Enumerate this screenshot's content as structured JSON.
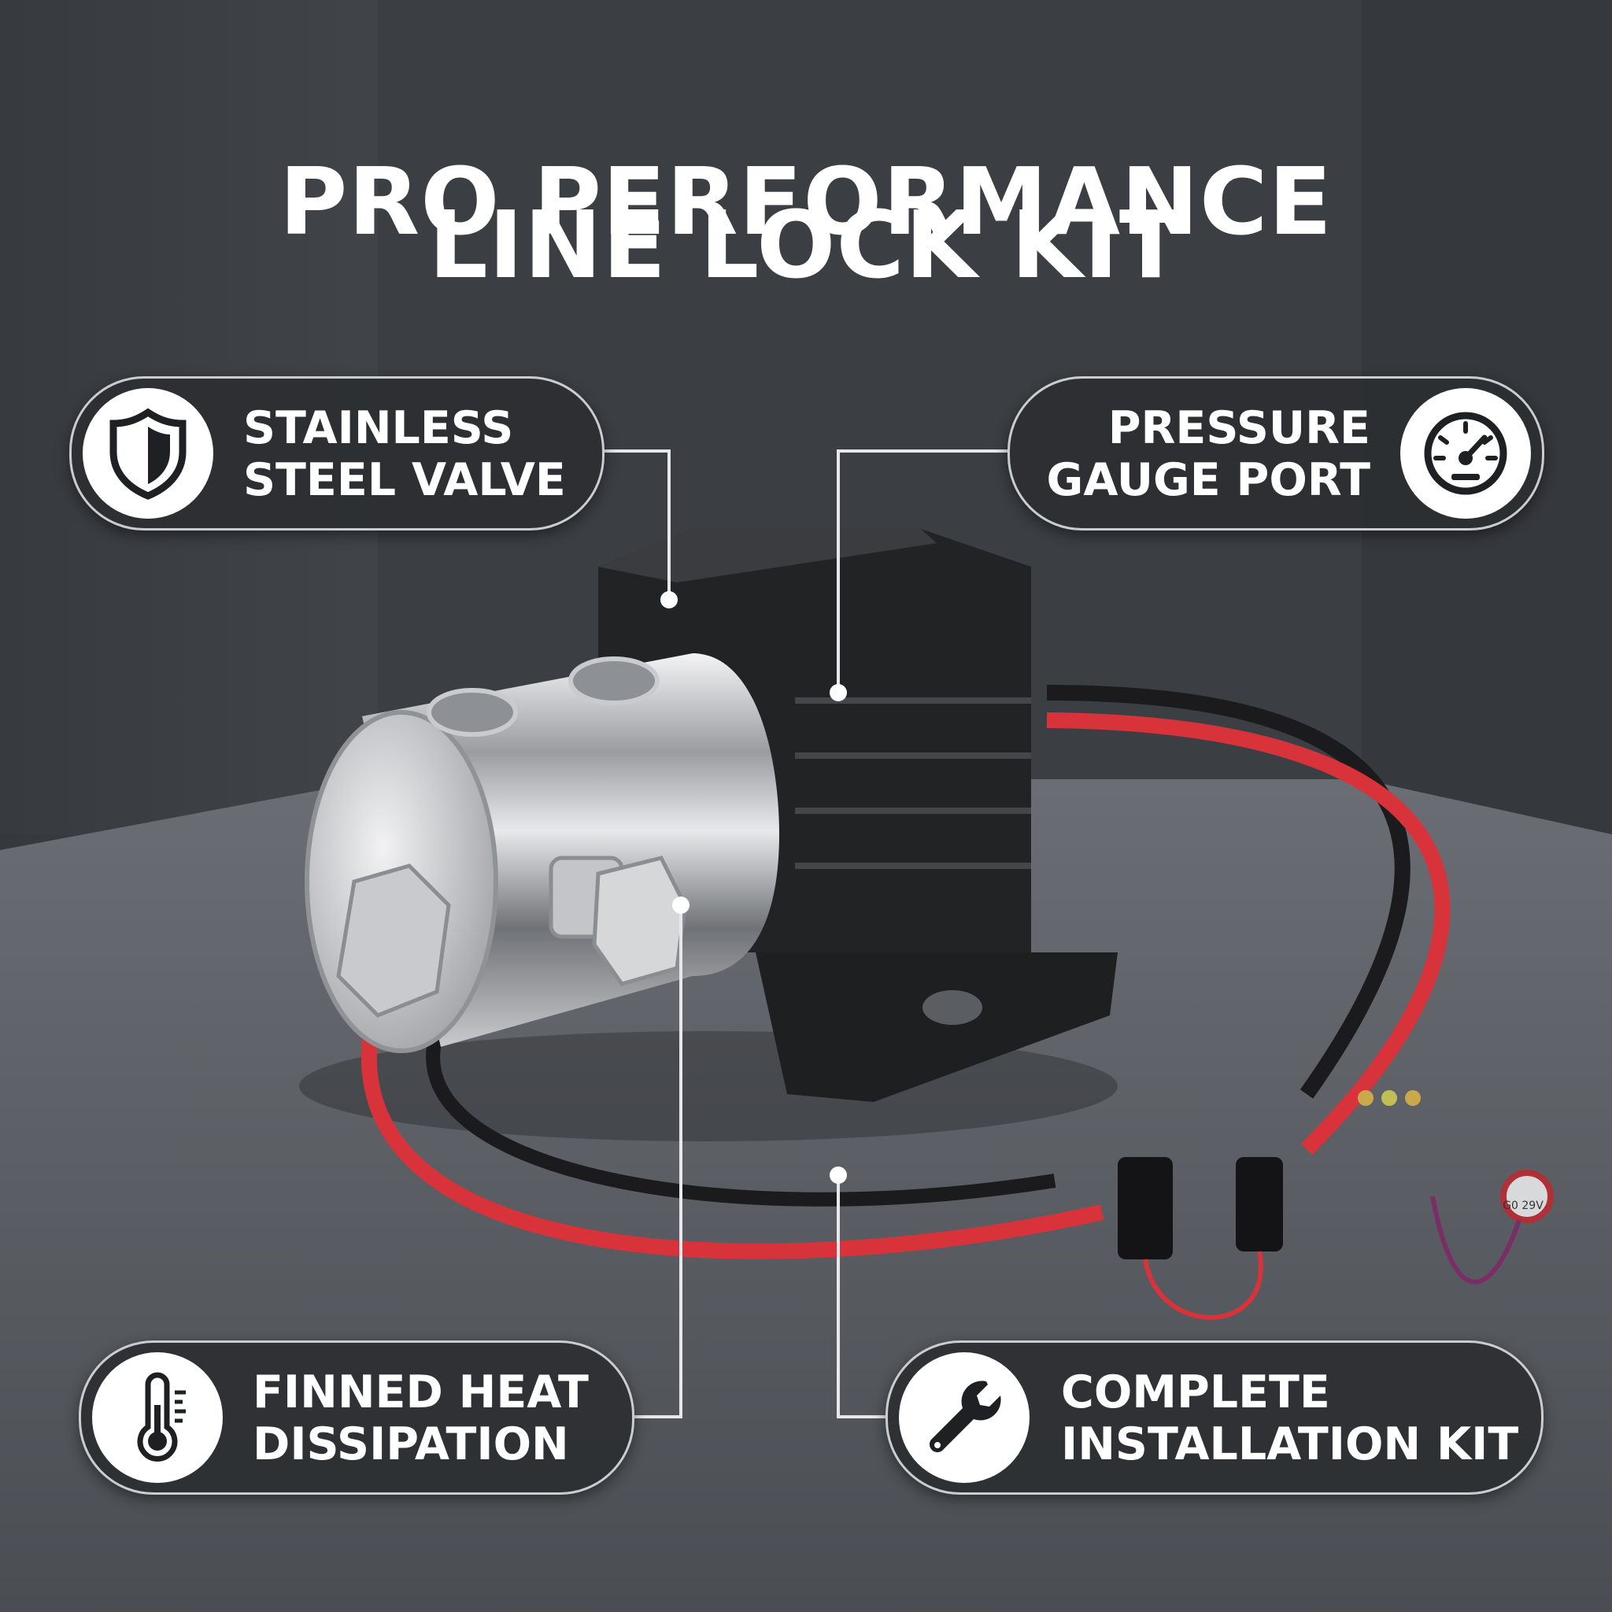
{
  "title": {
    "line1": "PRO PERFORMANCE",
    "line2": "LINE LOCK KIT"
  },
  "features": {
    "stainless": {
      "line1": "STAINLESS",
      "line2": "STEEL VALVE",
      "icon": "shield-icon"
    },
    "pressure": {
      "line1": "PRESSURE",
      "line2": "GAUGE PORT",
      "icon": "gauge-icon"
    },
    "finned": {
      "line1": "FINNED HEAT",
      "line2": "DISSIPATION",
      "icon": "thermometer-icon"
    },
    "install": {
      "line1": "COMPLETE",
      "line2": "INSTALLATION KIT",
      "icon": "wrench-icon"
    }
  },
  "product": {
    "indicator_label": "G0 29V"
  },
  "colors": {
    "background": "#3d4146",
    "pill": "#2c2e32",
    "accent": "#ffffff",
    "wire_red": "#d8323a",
    "wire_black": "#1b1b1d"
  }
}
